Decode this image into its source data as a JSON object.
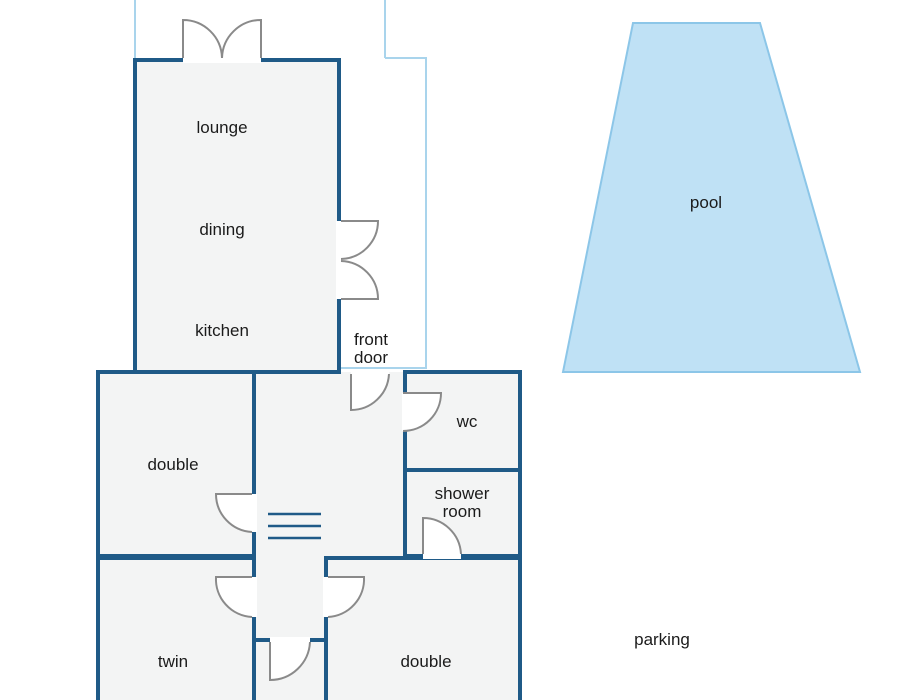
{
  "plan": {
    "rooms": {
      "lounge": "lounge",
      "dining": "dining",
      "kitchen": "kitchen",
      "front_door_line1": "front",
      "front_door_line2": "door",
      "wc": "wc",
      "double_left": "double",
      "shower_line1": "shower",
      "shower_line2": "room",
      "twin": "twin",
      "double_right": "double"
    },
    "outside": {
      "pool": "pool",
      "parking": "parking"
    }
  },
  "colors": {
    "wall": "#1f5a87",
    "pool": "#bfe1f5",
    "terrace": "#a9d4ec",
    "floor": "#f3f4f4",
    "door": "#8a8a8a"
  }
}
